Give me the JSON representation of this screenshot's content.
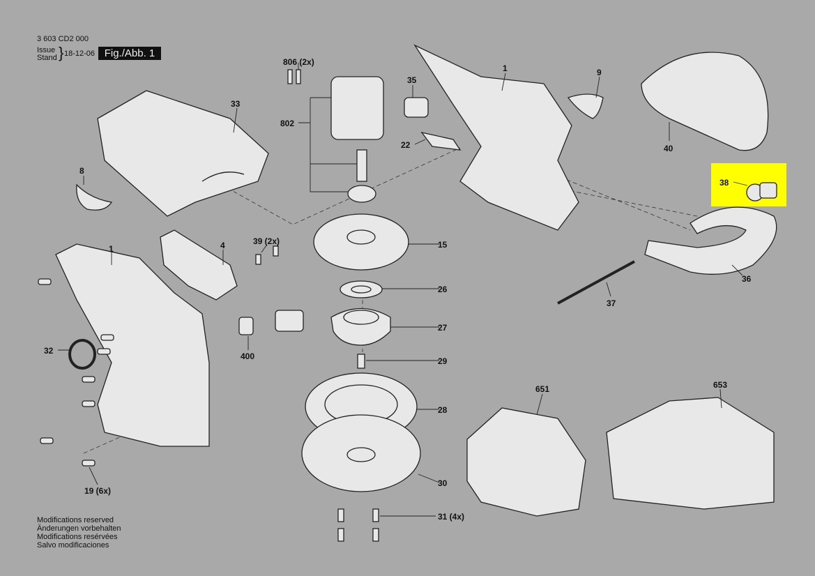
{
  "header": {
    "doc_number": "3 603 CD2 000",
    "issue_label": "Issue",
    "stand_label": "Stand",
    "date": "18-12-06",
    "figure": "Fig./Abb. 1"
  },
  "highlight_color": "#ffff00",
  "parts": [
    {
      "id": "806",
      "label": "806 (2x)"
    },
    {
      "id": "802",
      "label": "802"
    },
    {
      "id": "33",
      "label": "33"
    },
    {
      "id": "8",
      "label": "8"
    },
    {
      "id": "1a",
      "label": "1"
    },
    {
      "id": "35",
      "label": "35"
    },
    {
      "id": "9",
      "label": "9"
    },
    {
      "id": "22",
      "label": "22"
    },
    {
      "id": "40",
      "label": "40"
    },
    {
      "id": "38",
      "label": "38",
      "highlighted": true
    },
    {
      "id": "36",
      "label": "36"
    },
    {
      "id": "37",
      "label": "37"
    },
    {
      "id": "1b",
      "label": "1"
    },
    {
      "id": "4",
      "label": "4"
    },
    {
      "id": "39",
      "label": "39 (2x)"
    },
    {
      "id": "15",
      "label": "15"
    },
    {
      "id": "26",
      "label": "26"
    },
    {
      "id": "27",
      "label": "27"
    },
    {
      "id": "29",
      "label": "29"
    },
    {
      "id": "28",
      "label": "28"
    },
    {
      "id": "30",
      "label": "30"
    },
    {
      "id": "31",
      "label": "31  (4x)"
    },
    {
      "id": "32",
      "label": "32"
    },
    {
      "id": "400",
      "label": "400"
    },
    {
      "id": "19",
      "label": "19 (6x)"
    },
    {
      "id": "651",
      "label": "651"
    },
    {
      "id": "653",
      "label": "653"
    }
  ],
  "footer": [
    "Modifications reserved",
    "Änderungen vorbehalten",
    "Modifications resérvées",
    "Salvo modificaciones"
  ]
}
